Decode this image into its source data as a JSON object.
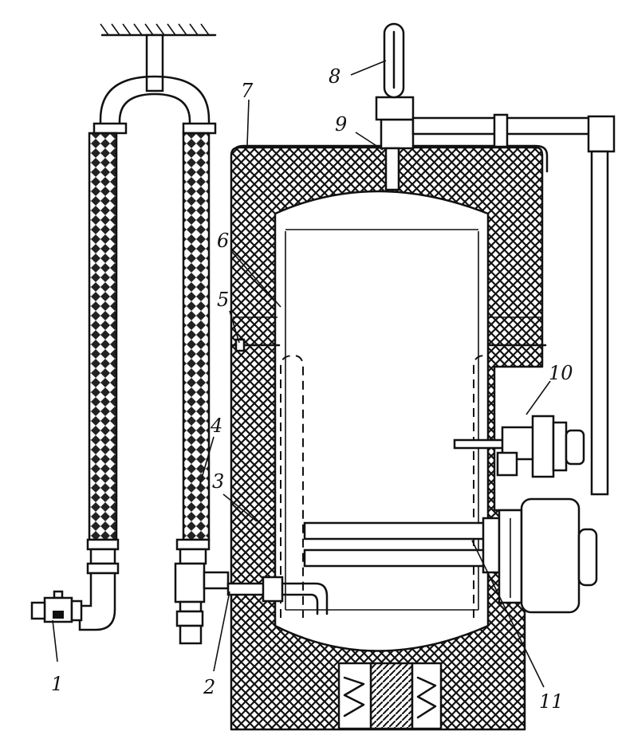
{
  "figure": {
    "labels": [
      "1",
      "2",
      "3",
      "4",
      "5",
      "6",
      "7",
      "8",
      "9",
      "10",
      "11"
    ]
  }
}
